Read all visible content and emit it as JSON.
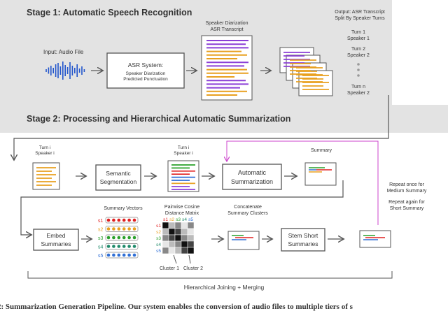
{
  "stage1": {
    "title": "Stage 1: Automatic Speech Recognition",
    "input_label": "Input: Audio File",
    "asr": {
      "title": "ASR System:",
      "line1": "Speaker Diarization",
      "line2": "Predicted Punctuation"
    },
    "diarized": {
      "line1": "Speaker Diarization",
      "line2": "ASR Transcript"
    },
    "output": {
      "line1": "Output: ASR Transcript",
      "line2": "Split By Speaker Turns"
    },
    "turns": [
      {
        "turn": "Turn 1",
        "speaker": "Speaker 1",
        "color": "#8b3fd6"
      },
      {
        "turn": "Turn 2",
        "speaker": "Speaker 2",
        "color": "#e8a020"
      },
      {
        "turn": "Turn n",
        "speaker": "Speaker 2",
        "color": "#e8a020"
      }
    ]
  },
  "stage2": {
    "title": "Stage 2: Processing and Hierarchical Automatic Summarization",
    "turn_label": {
      "line1": "Turn i",
      "line2": "Speaker i"
    },
    "semantic": {
      "line1": "Semantic",
      "line2": "Segmentation"
    },
    "autosum": {
      "line1": "Automatic",
      "line2": "Summarization"
    },
    "summary_label": "Summary",
    "repeat1": {
      "line1": "Repeat once for",
      "line2": "Medium Summary"
    },
    "repeat2": {
      "line1": "Repeat again for",
      "line2": "Short Summary"
    },
    "embed": {
      "line1": "Embed",
      "line2": "Summaries"
    },
    "summary_vectors": "Summary Vectors",
    "matrix": {
      "line1": "Pairwise Cosine",
      "line2": "Distance Matrix"
    },
    "concat": {
      "line1": "Concatenate",
      "line2": "Summary Clusters"
    },
    "stem": {
      "line1": "Stem Short",
      "line2": "Summaries"
    },
    "vector_labels": [
      "s1",
      "s2",
      "s3",
      "s4",
      "s5"
    ],
    "vector_colors": [
      "#e02020",
      "#e8a020",
      "#2aa02a",
      "#1f8a6a",
      "#2f6fd6"
    ],
    "matrix_labels": [
      "s1",
      "s2",
      "s3",
      "s4",
      "s5"
    ],
    "cluster1": "Cluster 1",
    "cluster2": "Cluster 2",
    "joining": "Hierarchical Joining + Merging"
  },
  "caption": "2: Summarization Generation Pipeline. Our system enables the conversion of audio files to multiple tiers of s"
}
